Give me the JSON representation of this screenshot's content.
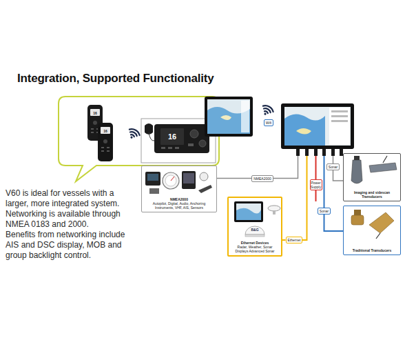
{
  "diagram": {
    "title": "Integration, Supported Functionality",
    "nodes": [
      {
        "text": [
          "Wifi"
        ]
      },
      {
        "text": [
          "NMEA2000",
          "Autopilot, Digital, Audio, Anchoring Instruments, VHF, AIS, Sensors"
        ]
      },
      {
        "text": [
          "NMEA2000"
        ]
      },
      {
        "text": [
          "Power Supply"
        ]
      },
      {
        "text": [
          "Sonar"
        ]
      },
      {
        "text": [
          "Imaging and sidescan Transducers"
        ]
      },
      {
        "text": [
          "Ethernet Devices",
          "Radar, Weather, Sonar Displays Advanced Sonar"
        ]
      },
      {
        "text": [
          "Ethernet"
        ]
      },
      {
        "text": [
          "Sonar"
        ]
      },
      {
        "text": [
          "Traditional Transducers"
        ]
      }
    ],
    "edges": [
      {
        "from": 2,
        "to": 1,
        "arrow": "none"
      },
      {
        "from": 4,
        "to": 5,
        "arrow": "none"
      },
      {
        "from": 7,
        "to": 6,
        "arrow": "none"
      },
      {
        "from": 8,
        "to": 9,
        "arrow": "none"
      }
    ],
    "labels": [
      "16",
      "16",
      "16",
      "B&G",
      "V60 is ideal for vessels with a larger, more integrated system.",
      "Networking is available through NMEA 0183 and 2000.",
      "Benefits from networking include AIS and DSC display, MOB and group backlight control."
    ]
  }
}
